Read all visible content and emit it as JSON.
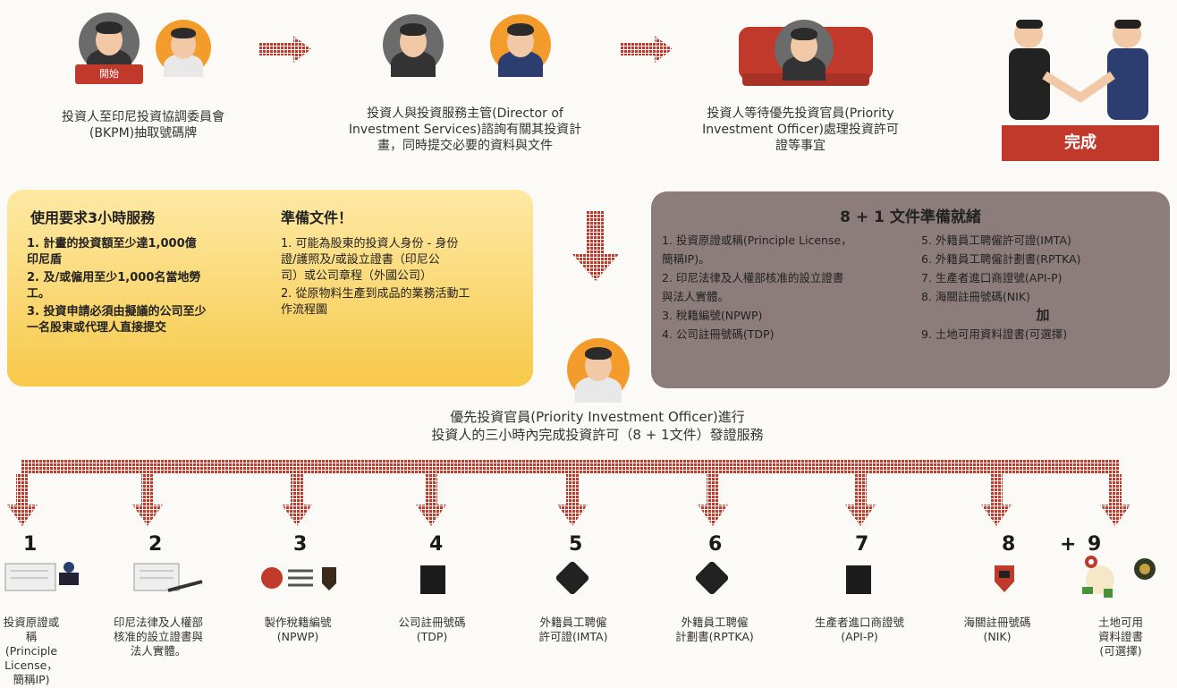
{
  "steps": {
    "step1": {
      "badge": "開始",
      "caption": "投資人至印尼投資協調委員會\n(BKPM)抽取號碼牌"
    },
    "step2": {
      "caption": "投資人與投資服務主管(Director of\nInvestment Services)諮詢有關其投資計\n畫，同時提交必要的資料與文件"
    },
    "step3": {
      "caption": "投資人等待優先投資官員(Priority\nInvestment Officer)處理投資許可\n證等事宜"
    },
    "step4": {
      "badge": "完成"
    }
  },
  "yellow_panel": {
    "title1": "使用要求3小時服務",
    "items1": [
      "1. 計畫的投資額至少達1,000億\n   印尼盾",
      "2. 及/或僱用至少1,000名當地勞\n   工。",
      "3. 投資申請必須由擬議的公司至少\n   一名股東或代理人直接提交"
    ],
    "title2": "準備文件！",
    "items2": [
      "1. 可能為股東的投資人身份 - 身份\n   證/護照及/或設立證書（印尼公\n   司）或公司章程（外國公司）",
      "2. 從原物料生產到成品的業務活動工\n   作流程圖"
    ]
  },
  "gray_panel": {
    "title": "8 + 1 文件準備就緒",
    "left": [
      "1. 投資原證或稱(Principle License，\n   簡稱IP)。",
      "2. 印尼法律及人權部核准的設立證書\n   與法人實體。",
      "3. 稅籍編號(NPWP)",
      "4. 公司註冊號碼(TDP)"
    ],
    "right": [
      "5. 外籍員工聘僱許可證(IMTA)",
      "6. 外籍員工聘僱計劃書(RPTKA)",
      "7. 生產者進口商證號(API-P)",
      "8. 海關註冊號碼(NIK)",
      "加",
      "9. 土地可用資料證書(可選擇)"
    ]
  },
  "officer_caption": "優先投資官員(Priority Investment Officer)進行\n投資人的三小時內完成投資許可（8 + 1文件）發證服務",
  "documents": [
    {
      "num": "1",
      "label": "投資原證或稱\n(Principle\nLicense，\n簡稱IP)"
    },
    {
      "num": "2",
      "label": "印尼法律及人權部\n核准的設立證書與\n法人實體。"
    },
    {
      "num": "3",
      "label": "製作稅籍編號\n(NPWP)"
    },
    {
      "num": "4",
      "label": "公司註冊號碼\n(TDP)"
    },
    {
      "num": "5",
      "label": "外籍員工聘僱\n許可證(IMTA)"
    },
    {
      "num": "6",
      "label": "外籍員工聘僱\n計劃書(RPTKA)"
    },
    {
      "num": "7",
      "label": "生產者進口商證號\n(API-P)"
    },
    {
      "num": "8",
      "label": "海關註冊號碼\n(NIK)"
    },
    {
      "num": "9",
      "label": "土地可用\n資料證書\n(可選擇)"
    }
  ],
  "plus": "+",
  "colors": {
    "accent_red": "#c0392b",
    "yellow": "#f7c94a",
    "gray": "#8c7c7c",
    "orange": "#f39c2b"
  }
}
